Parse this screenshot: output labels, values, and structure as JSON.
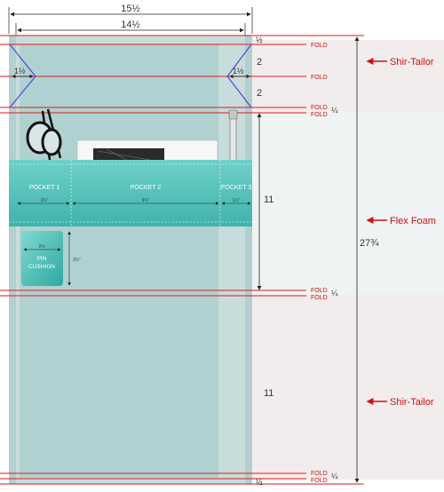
{
  "labels": {
    "fold": "FOLD"
  },
  "dims": {
    "width_outer": "15½",
    "width_inner": "14½",
    "half": "½",
    "quarter": "¼",
    "seg_2a": "2",
    "seg_2b": "2",
    "seg_11a": "11",
    "seg_11b": "11",
    "total_height": "27¾",
    "corner": "1½"
  },
  "pockets": [
    {
      "label": "POCKET 1",
      "width": "3¼\""
    },
    {
      "label": "POCKET 2",
      "width": "9¼\""
    },
    {
      "label": "POCKET 3",
      "width": "1½\""
    }
  ],
  "pin_cushion": {
    "line1": "PIN",
    "line2": "CUSHION",
    "width": "2½",
    "height": "3½\""
  },
  "callouts": {
    "shir_tailor_top": "Shir-Tailor",
    "flex_foam": "Flex Foam",
    "shir_tailor_bottom": "Shir-Tailor"
  },
  "colors": {
    "fold_line": "#dd1a1a",
    "fabric": "#c9dcdc",
    "pocket": "#4fc0b8",
    "miter": "#4a3fd0"
  }
}
